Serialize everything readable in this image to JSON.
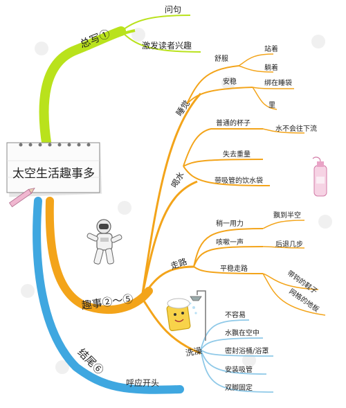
{
  "center": {
    "title": "太空生活趣事多"
  },
  "branches": {
    "intro": {
      "label": "总写①",
      "color": "#b9e21c",
      "children": [
        "问句",
        "激发读者兴趣"
      ]
    },
    "body": {
      "label": "趣事②～⑤",
      "color": "#f3a41a",
      "sleep": {
        "label": "睡觉",
        "comfort": {
          "label": "舒服",
          "leaves": [
            "站着",
            "躺着"
          ]
        },
        "safe": {
          "label": "安稳",
          "leaves": [
            "绑在睡袋",
            "里"
          ]
        }
      },
      "drink": {
        "label": "喝水",
        "cup": {
          "label": "普通的杯子",
          "leaf": "水不会往下流"
        },
        "weightless": {
          "label": "失去重量"
        },
        "straw": {
          "label": "带吸管的饮水袋"
        }
      },
      "walk": {
        "label": "走路",
        "force": {
          "label": "稍一用力",
          "leaf": "飘到半空"
        },
        "cough": {
          "label": "咳嗽一声",
          "leaf": "后退几步"
        },
        "steady": {
          "label": "平稳走路",
          "leaves": [
            "带钩的鞋子",
            "网格的地板"
          ]
        }
      },
      "wash": {
        "label": "洗澡",
        "items": [
          "不容易",
          "水飘在空中",
          "密封浴桶/浴罩",
          "安装吸管",
          "双脚固定"
        ]
      }
    },
    "ending": {
      "label": "结尾⑥",
      "color": "#3fa7e0",
      "children": [
        "呼应开头"
      ]
    }
  }
}
